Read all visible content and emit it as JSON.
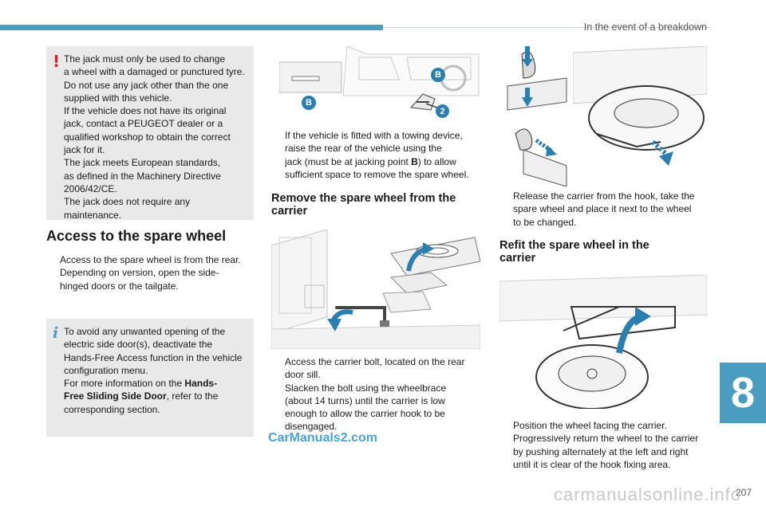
{
  "header": {
    "section_title": "In the event of a breakdown"
  },
  "chapter_tab": "8",
  "page_number": "207",
  "warning_box": {
    "lines": [
      "The jack must only be used to change",
      "a wheel with a damaged or punctured tyre.",
      "Do not use any jack other than the one",
      "supplied with this vehicle.",
      "If the vehicle does not have its original",
      "jack, contact a PEUGEOT dealer or a",
      "qualified workshop to obtain the correct",
      "jack for it.",
      "The jack meets European standards,",
      "as defined in the Machinery Directive",
      "2006/42/CE.",
      "The jack does not require any",
      "maintenance."
    ]
  },
  "access": {
    "title": "Access to the spare wheel",
    "bullets": [
      [
        "Access to the spare wheel is from the rear."
      ],
      [
        "Depending on version, open the side-",
        "hinged doors or the tailgate."
      ]
    ]
  },
  "info_box": {
    "lines": [
      "To avoid any unwanted opening of the",
      "electric side door(s), deactivate the",
      "Hands-Free Access function in the vehicle",
      "configuration menu."
    ],
    "more_prefix": "For more information on the ",
    "more_bold_1": "Hands-",
    "more_bold_2": "Free Sliding Side Door",
    "more_suffix": ", refer to the",
    "more_last": "corresponding section."
  },
  "towing": {
    "line1": "If the vehicle is fitted with a towing device,",
    "line2": "raise the rear of the vehicle using the",
    "line3_pre": "jack (must be at jacking point ",
    "line3_bold": "B",
    "line3_post": ") to allow",
    "line4": "sufficient space to remove the spare wheel."
  },
  "remove": {
    "title_1": "Remove the spare wheel from the",
    "title_2": "carrier",
    "bullets": [
      [
        "Access the carrier bolt, located on the rear",
        "door sill."
      ],
      [
        "Slacken the bolt using the wheelbrace",
        "(about 14 turns) until the carrier is low",
        "enough to allow the carrier hook to be",
        "disengaged."
      ]
    ]
  },
  "release": {
    "bullets": [
      [
        "Release the carrier from the hook, take the",
        "spare wheel and place it next to the wheel",
        "to be changed."
      ]
    ]
  },
  "refit": {
    "title_1": "Refit the spare wheel in the",
    "title_2": "carrier",
    "bullets": [
      [
        "Position the wheel facing the carrier."
      ],
      [
        "Progressively return the wheel to the carrier",
        "by pushing alternately at the left and right",
        "until it is clear of the hook fixing area."
      ]
    ]
  },
  "figure_labels": {
    "b1": "B",
    "b2": "B",
    "n2": "2"
  },
  "bullet_glyph": "",
  "watermarks": {
    "left": "CarManuals2.com",
    "right": "carmanualsonline.info"
  },
  "colors": {
    "accent": "#4a9cc0",
    "warning": "#d6242b",
    "box_bg": "#e9e9ea",
    "arrow": "#2a7fb0"
  }
}
